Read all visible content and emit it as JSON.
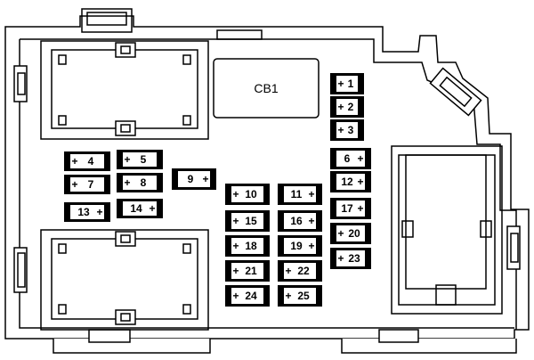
{
  "circuit_breaker": {
    "label": "CB1"
  },
  "fuses": [
    {
      "id": "fuse-1",
      "label": "1"
    },
    {
      "id": "fuse-2",
      "label": "2"
    },
    {
      "id": "fuse-3",
      "label": "3"
    },
    {
      "id": "fuse-4",
      "label": "4"
    },
    {
      "id": "fuse-5",
      "label": "5"
    },
    {
      "id": "fuse-6",
      "label": "6"
    },
    {
      "id": "fuse-7",
      "label": "7"
    },
    {
      "id": "fuse-8",
      "label": "8"
    },
    {
      "id": "fuse-9",
      "label": "9"
    },
    {
      "id": "fuse-10",
      "label": "10"
    },
    {
      "id": "fuse-11",
      "label": "11"
    },
    {
      "id": "fuse-12",
      "label": "12"
    },
    {
      "id": "fuse-13",
      "label": "13"
    },
    {
      "id": "fuse-14",
      "label": "14"
    },
    {
      "id": "fuse-15",
      "label": "15"
    },
    {
      "id": "fuse-16",
      "label": "16"
    },
    {
      "id": "fuse-17",
      "label": "17"
    },
    {
      "id": "fuse-18",
      "label": "18"
    },
    {
      "id": "fuse-19",
      "label": "19"
    },
    {
      "id": "fuse-20",
      "label": "20"
    },
    {
      "id": "fuse-21",
      "label": "21"
    },
    {
      "id": "fuse-22",
      "label": "22"
    },
    {
      "id": "fuse-23",
      "label": "23"
    },
    {
      "id": "fuse-24",
      "label": "24"
    },
    {
      "id": "fuse-25",
      "label": "25"
    }
  ],
  "plus_symbol": "+"
}
